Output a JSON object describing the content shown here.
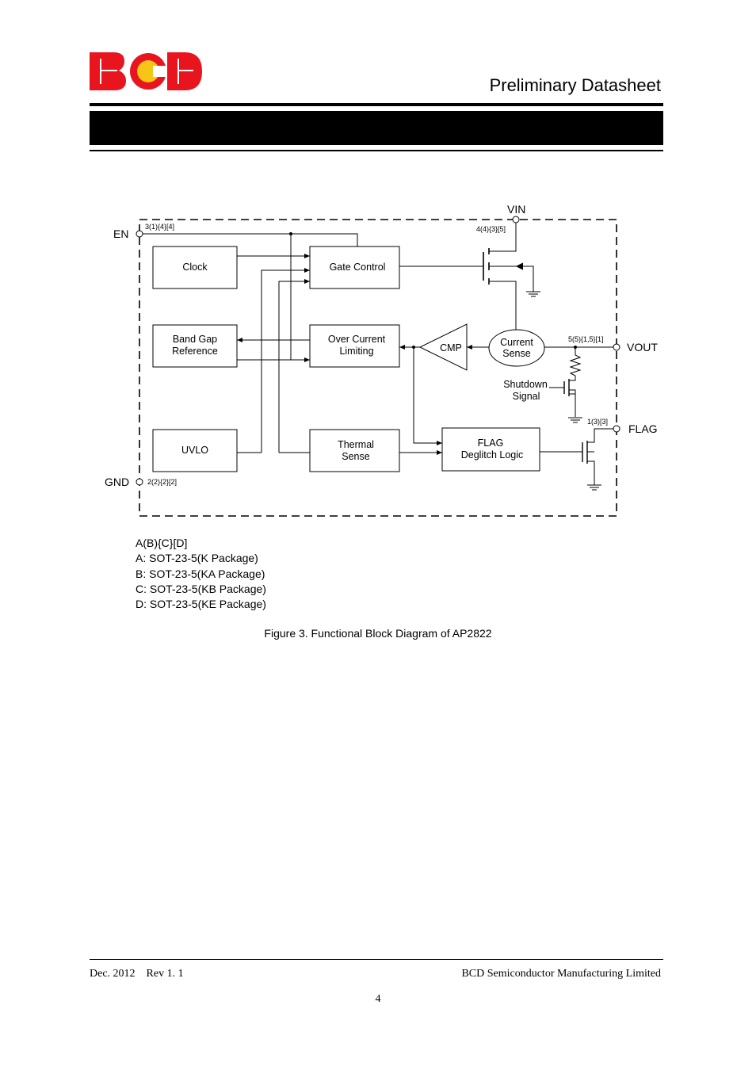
{
  "header": {
    "logo_text": "BCD",
    "title": "Preliminary Datasheet"
  },
  "diagram": {
    "blocks": {
      "clock": "Clock",
      "gate_control": "Gate Control",
      "band_gap_1": "Band Gap",
      "band_gap_2": "Reference",
      "over_current_1": "Over Current",
      "over_current_2": "Limiting",
      "cmp": "CMP",
      "current_sense_1": "Current",
      "current_sense_2": "Sense",
      "shutdown_1": "Shutdown",
      "shutdown_2": "Signal",
      "uvlo": "UVLO",
      "thermal_1": "Thermal",
      "thermal_2": "Sense",
      "flag_logic_1": "FLAG",
      "flag_logic_2": "Deglitch Logic"
    },
    "pins": {
      "en": "EN",
      "en_num": "3(1){4}[4]",
      "vin": "VIN",
      "vin_num": "4(4){3}[5]",
      "vout": "VOUT",
      "vout_num": "5(5){1,5}[1]",
      "flag": "FLAG",
      "flag_num": "1(3)[3]",
      "gnd": "GND",
      "gnd_num": "2(2){2}[2]"
    }
  },
  "legend": [
    "A(B){C}[D]",
    "A: SOT-23-5(K Package)",
    "B: SOT-23-5(KA Package)",
    "C: SOT-23-5(KB Package)",
    "D: SOT-23-5(KE Package)"
  ],
  "caption": "Figure 3. Functional Block Diagram of AP2822",
  "footer": {
    "date": "Dec. 2012",
    "rev": "Rev 1. 1",
    "company": "BCD Semiconductor Manufacturing Limited",
    "page": "4"
  },
  "colors": {
    "logo_red": "#e8141e",
    "logo_yellow": "#f5c518",
    "ink": "#000000"
  }
}
